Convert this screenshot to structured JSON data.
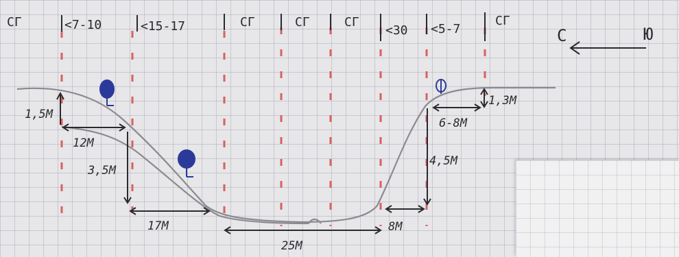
{
  "zone_labels": [
    "СГ",
    "<7-10",
    "<15-17",
    "СГ",
    "СГ",
    "СГ",
    "<30",
    "<5-7",
    "СГ"
  ],
  "direction": {
    "left": "С",
    "right": "Ю"
  },
  "dimensions": {
    "left_top_height": "1,5М",
    "left_top_width": "12М",
    "left_mid_height": "3,5М",
    "left_slope_width": "17М",
    "bottom_width": "25М",
    "right_base_width": "8М",
    "right_height": "4,5М",
    "right_top_width": "6-8М",
    "right_top_height": "1,3М"
  },
  "colors": {
    "paper": "#e7e6e8",
    "ink": "#2a2a2e",
    "pencil": "#8a8a90",
    "boundary": "#d96060",
    "tree": "#2b3a9a"
  },
  "icons": [
    "tree-icon",
    "tree-icon",
    "tree-icon"
  ]
}
